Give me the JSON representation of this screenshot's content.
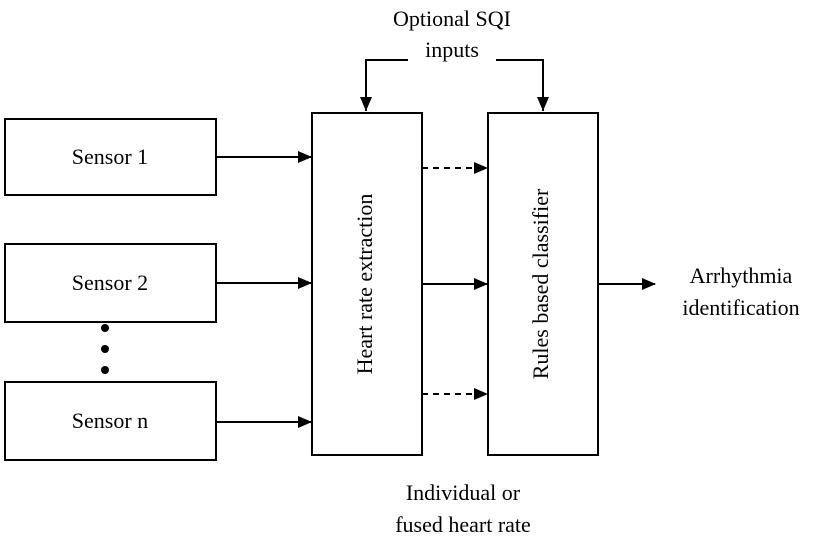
{
  "sensors": [
    {
      "label": "Sensor 1"
    },
    {
      "label": "Sensor 2"
    },
    {
      "label": "Sensor n"
    }
  ],
  "heart_rate_block": {
    "label": "Heart rate extraction"
  },
  "classifier_block": {
    "label": "Rules based classifier"
  },
  "sqi_label": {
    "line1": "Optional SQI",
    "line2": "inputs"
  },
  "output_label": {
    "line1": "Arrhythmia",
    "line2": "identification"
  },
  "hr_label": {
    "line1": "Individual or",
    "line2": "fused heart rate"
  },
  "colors": {
    "stroke": "#000000",
    "background": "#ffffff"
  }
}
